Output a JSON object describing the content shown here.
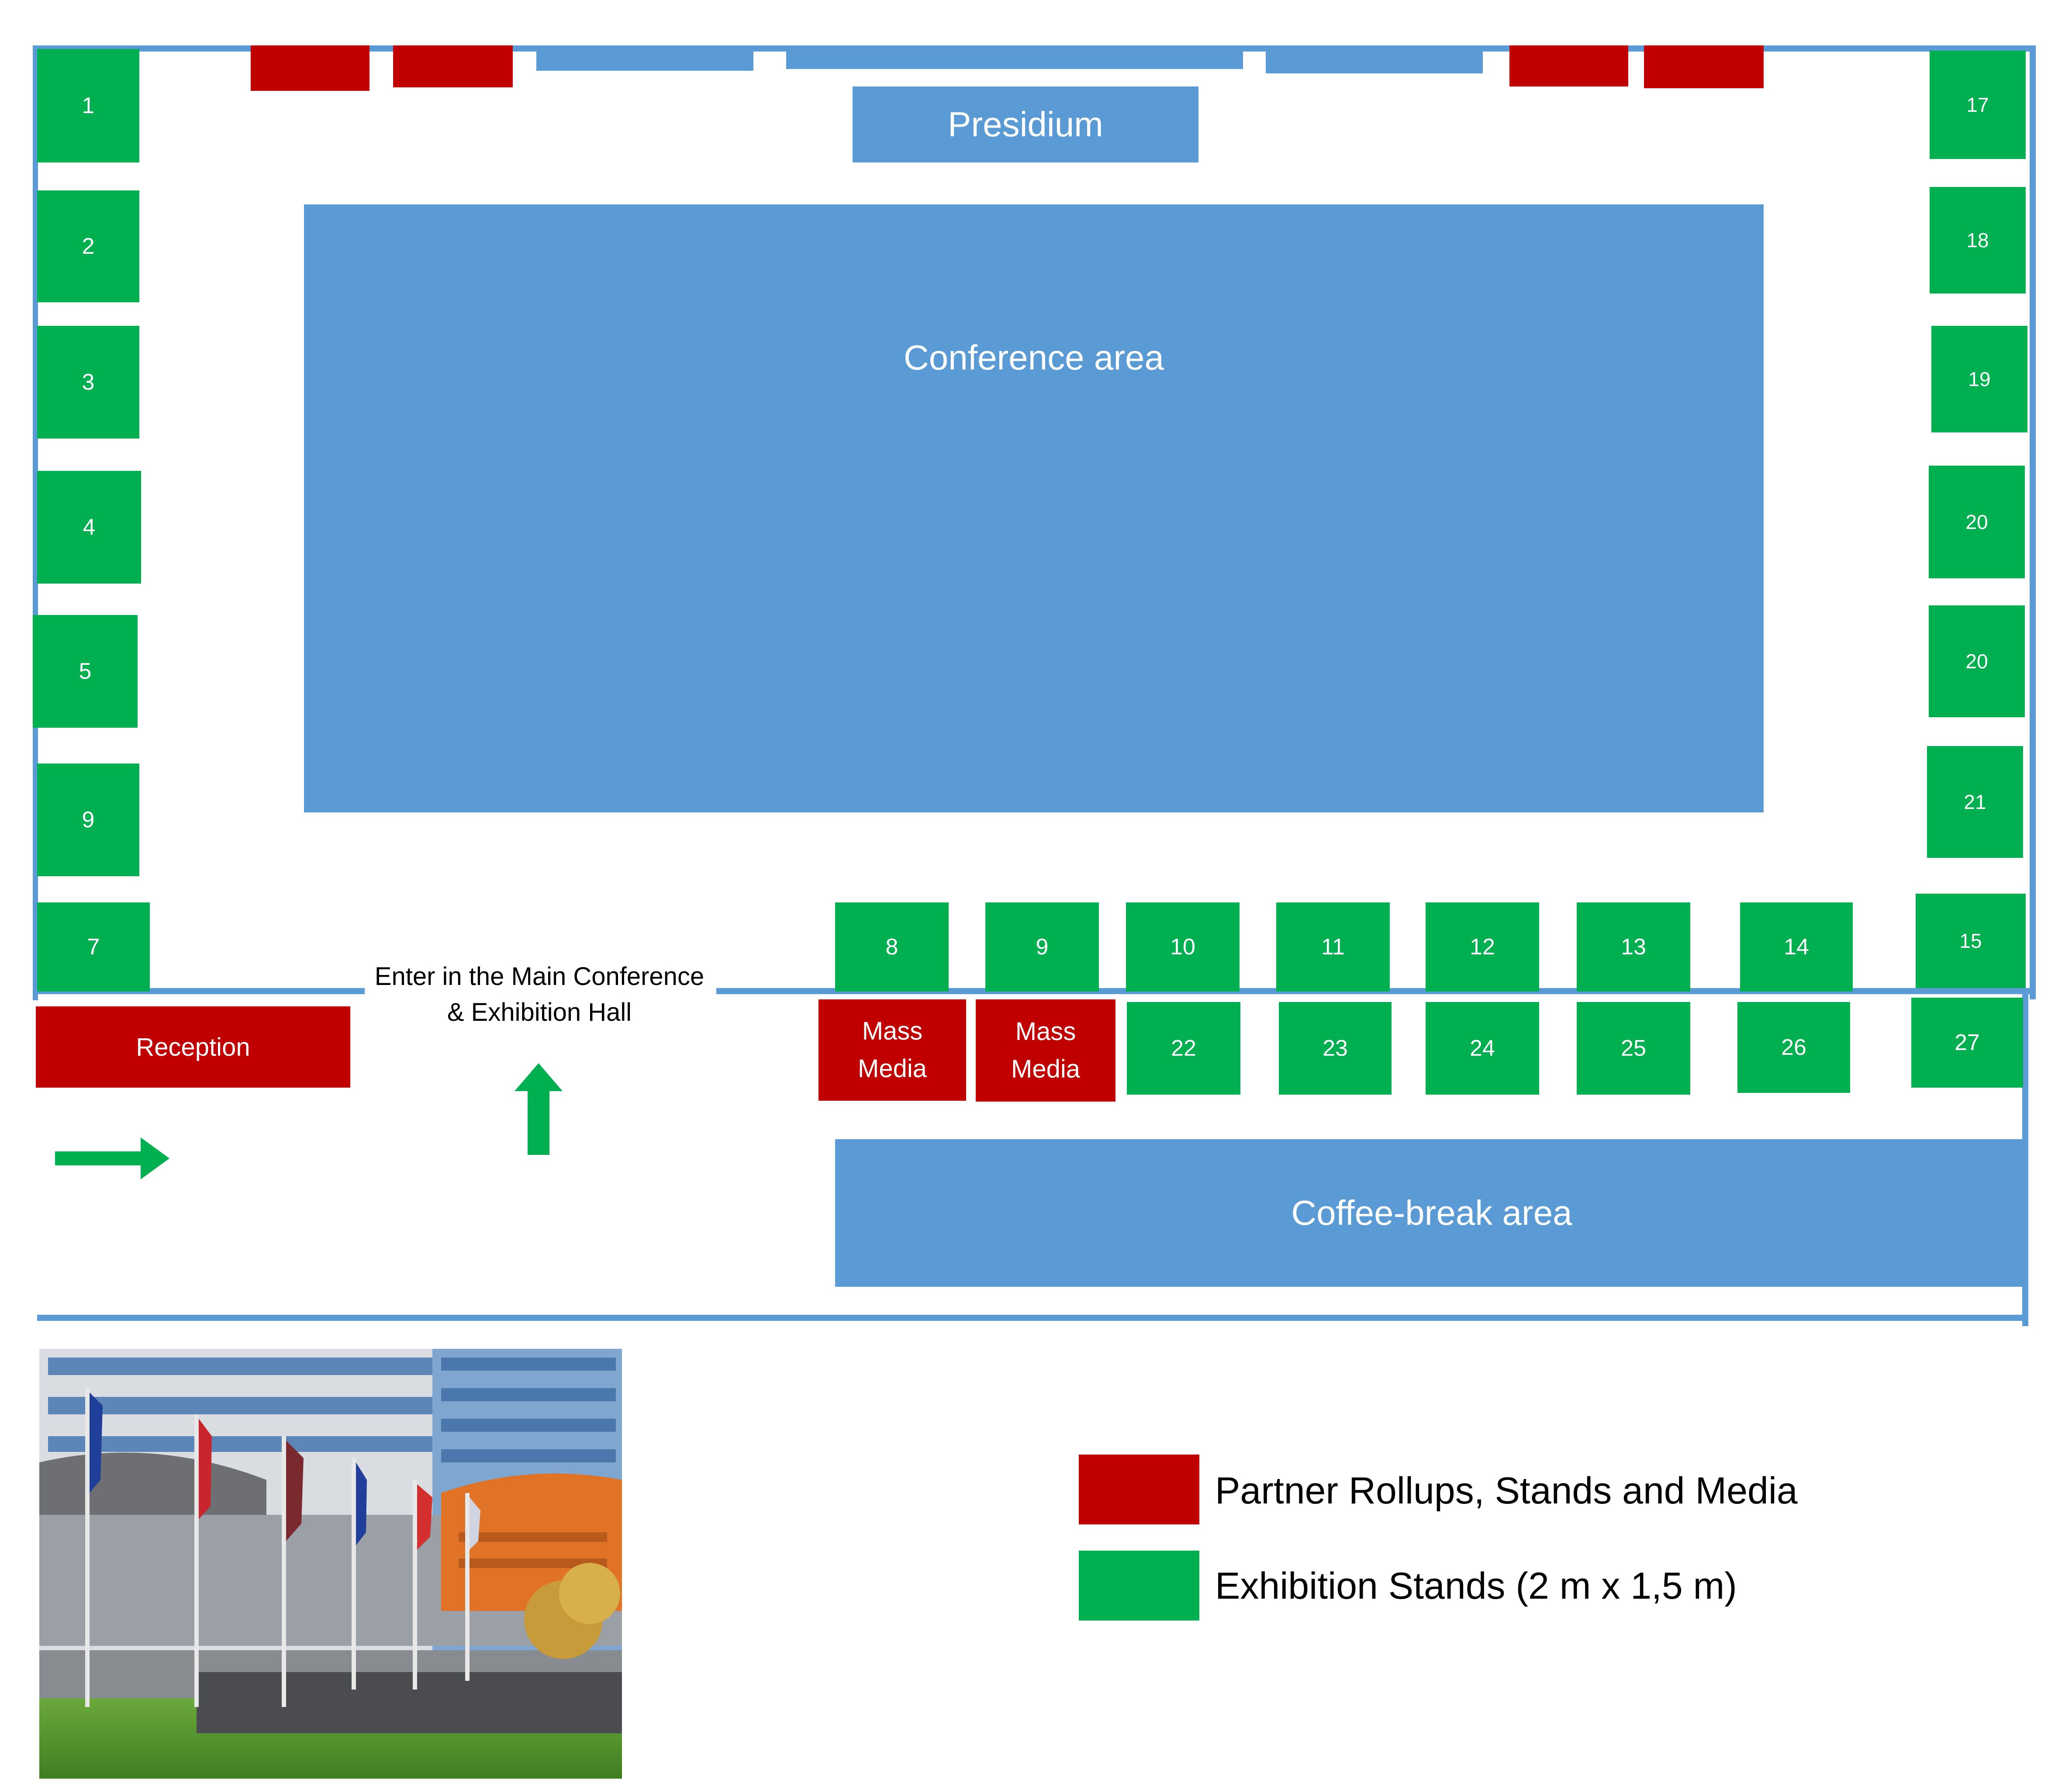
{
  "colors": {
    "partner": "#c00000",
    "exhibition": "#00b050",
    "zone": "#5b9bd5",
    "wall": "#5b9bd5"
  },
  "zones": {
    "presidium": "Presidium",
    "conference": "Conference area",
    "coffee": "Coffee-break area"
  },
  "reception": "Reception",
  "entrance": "Enter in the Main Conference & Exhibition Hall",
  "arrows": [
    "arrow-right-icon",
    "arrow-up-icon"
  ],
  "stands": {
    "left": [
      "1",
      "2",
      "3",
      "4",
      "5",
      "9",
      "7"
    ],
    "right": [
      "17",
      "18",
      "19",
      "20",
      "20",
      "21",
      "15"
    ],
    "inner_row": [
      "8",
      "9",
      "10",
      "11",
      "12",
      "13",
      "14"
    ],
    "outer_row": [
      "22",
      "23",
      "24",
      "25",
      "26",
      "27"
    ]
  },
  "mass_media": [
    "Mass Media",
    "Mass Media"
  ],
  "legend": [
    {
      "label": "Partner Rollups, Stands and Media",
      "color": "#c00000"
    },
    {
      "label": "Exhibition Stands (2 m x 1,5 m)",
      "color": "#00b050"
    }
  ]
}
